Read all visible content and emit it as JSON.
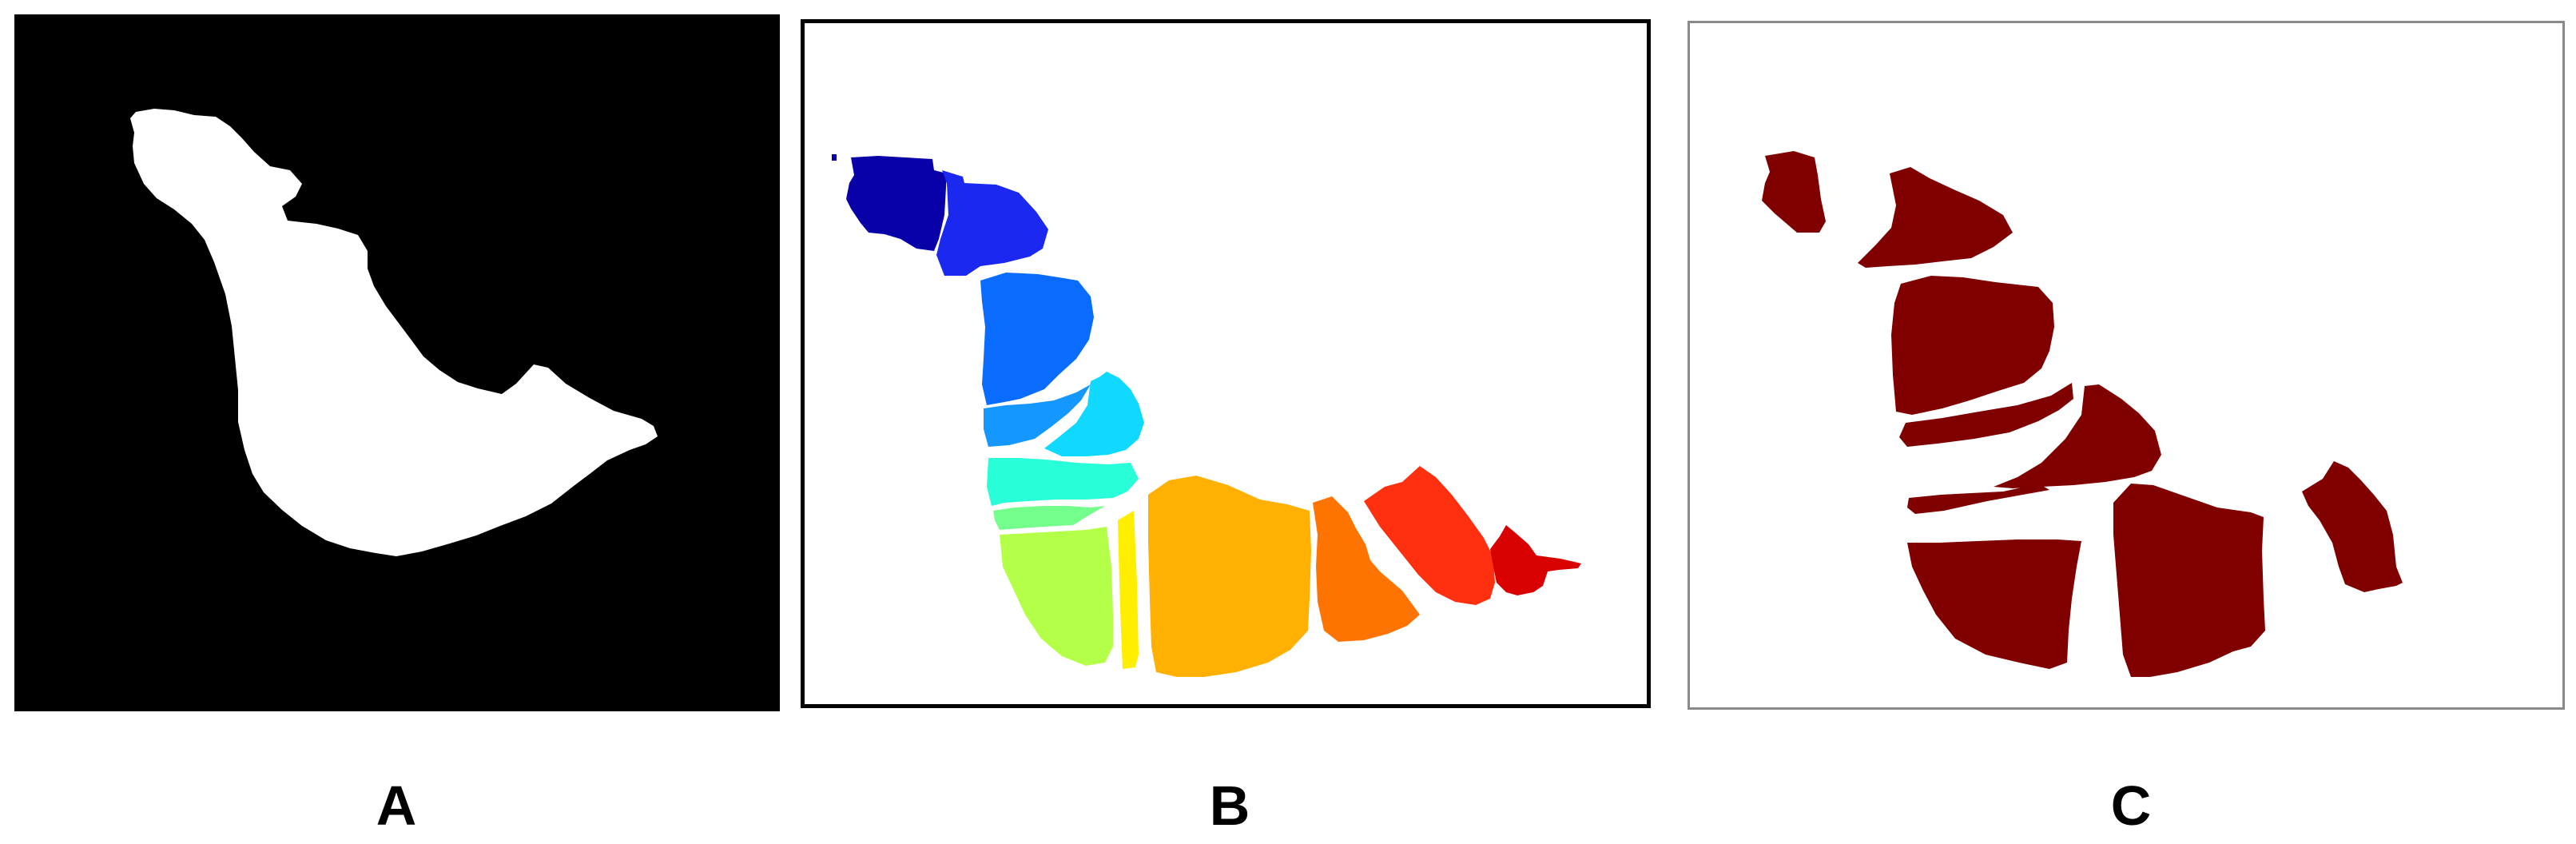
{
  "panels": [
    {
      "id": "A",
      "label": "A",
      "content": "binary-mask",
      "colors": {
        "background": "#000000",
        "region": "#ffffff"
      }
    },
    {
      "id": "B",
      "label": "B",
      "content": "segmented-regions",
      "colors": {
        "background": "#ffffff",
        "segments": [
          "#0a00a8",
          "#1a28f0",
          "#0a6cff",
          "#1498ff",
          "#10d8ff",
          "#28ffd8",
          "#74ff8c",
          "#b4ff48",
          "#ffee00",
          "#ffb000",
          "#ff7400",
          "#ff3010",
          "#d80000"
        ]
      }
    },
    {
      "id": "C",
      "label": "C",
      "content": "selected-regions",
      "colors": {
        "background": "#ffffff",
        "region": "#800000"
      }
    }
  ]
}
